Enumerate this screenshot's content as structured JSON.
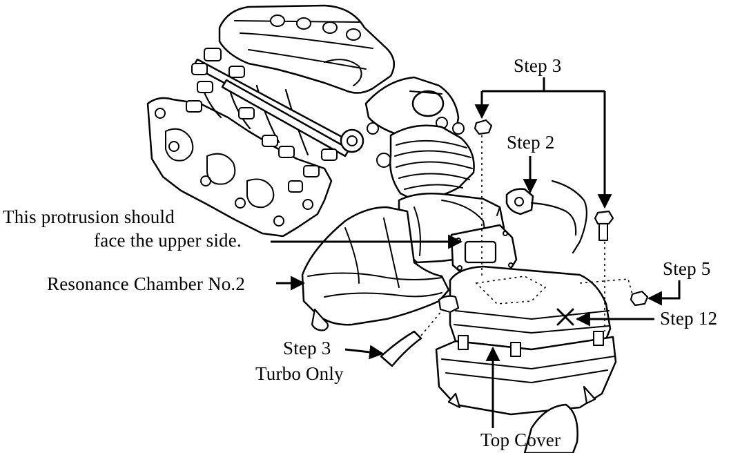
{
  "labels": {
    "step3_top": "Step 3",
    "step2": "Step 2",
    "protrusion_line1": "This protrusion should",
    "protrusion_line2": "face the upper side.",
    "resonance": "Resonance Chamber No.2",
    "step5": "Step 5",
    "step12": "Step 12",
    "step3_turbo": "Step 3",
    "turbo_only": "Turbo Only",
    "top_cover": "Top Cover"
  },
  "colors": {
    "ink": "#000000",
    "paper": "#ffffff"
  }
}
